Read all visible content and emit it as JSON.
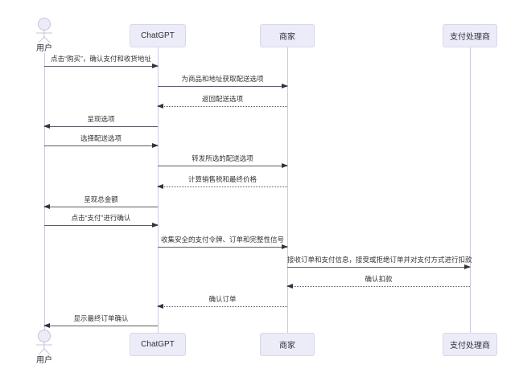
{
  "participants": [
    {
      "id": "user",
      "label": "用户",
      "type": "actor"
    },
    {
      "id": "chatgpt",
      "label": "ChatGPT",
      "type": "box"
    },
    {
      "id": "merchant",
      "label": "商家",
      "type": "box"
    },
    {
      "id": "processor",
      "label": "支付处理商",
      "type": "box"
    }
  ],
  "colors": {
    "participant_fill": "#ECECF9",
    "participant_border": "#d7d7ec",
    "lifeline": "#cbcbdd",
    "arrow_line": "#5c5c66",
    "arrow_head": "#33333c",
    "text": "#333333"
  },
  "messages": [
    {
      "from": "用户",
      "to": "ChatGPT",
      "style": "solid",
      "label": "点击“购买”，确认支付和收货地址"
    },
    {
      "from": "ChatGPT",
      "to": "商家",
      "style": "solid",
      "label": "为商品和地址获取配送选项"
    },
    {
      "from": "商家",
      "to": "ChatGPT",
      "style": "dotted",
      "label": "返回配送选项"
    },
    {
      "from": "ChatGPT",
      "to": "用户",
      "style": "solid",
      "label": "呈现选项"
    },
    {
      "from": "用户",
      "to": "ChatGPT",
      "style": "solid",
      "label": "选择配送选项"
    },
    {
      "from": "ChatGPT",
      "to": "商家",
      "style": "solid",
      "label": "转发所选的配送选项"
    },
    {
      "from": "商家",
      "to": "ChatGPT",
      "style": "dotted",
      "label": "计算销售税和最终价格"
    },
    {
      "from": "ChatGPT",
      "to": "用户",
      "style": "solid",
      "label": "呈现总金额"
    },
    {
      "from": "用户",
      "to": "ChatGPT",
      "style": "solid",
      "label": "点击“支付”进行确认"
    },
    {
      "from": "ChatGPT",
      "to": "商家",
      "style": "solid",
      "label": "收集安全的支付令牌、订单和完整性信号"
    },
    {
      "from": "商家",
      "to": "支付处理商",
      "style": "solid",
      "label": "接收订单和支付信息，接受或拒绝订单并对支付方式进行扣款"
    },
    {
      "from": "支付处理商",
      "to": "商家",
      "style": "dotted",
      "label": "确认扣款"
    },
    {
      "from": "商家",
      "to": "ChatGPT",
      "style": "dotted",
      "label": "确认订单"
    },
    {
      "from": "ChatGPT",
      "to": "用户",
      "style": "solid",
      "label": "显示最终订单确认"
    }
  ]
}
